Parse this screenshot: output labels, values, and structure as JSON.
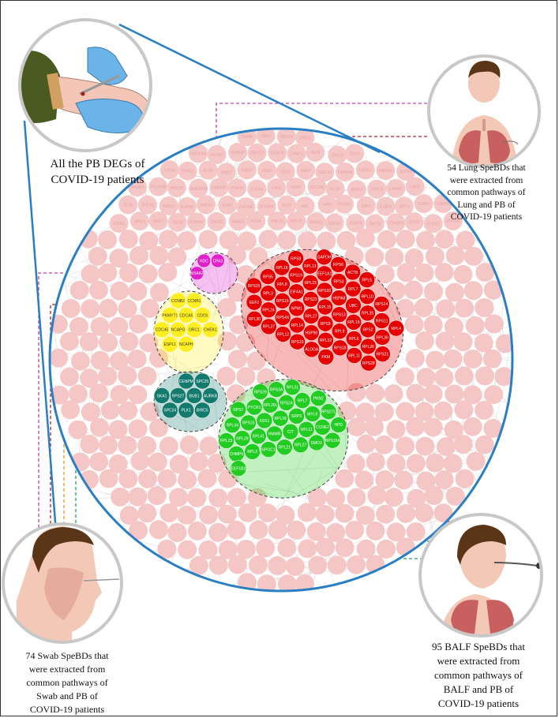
{
  "captions": {
    "pb": [
      "All the PB DEGs of",
      "COVID-19 patients"
    ],
    "lung": [
      "54 Lung SpeBDs that",
      "were extracted from",
      "common pathways of",
      "Lung and PB of",
      "COVID-19 patients"
    ],
    "swab": [
      "74 Swab SpeBDs that",
      "were extracted from",
      "common pathways of",
      "Swab and PB of",
      "COVID-19 patients"
    ],
    "balf": [
      "95 BALF SpeBDs that",
      "were extracted from",
      "common pathways of",
      "BALF and PB of",
      "COVID-19 patients"
    ]
  },
  "colors": {
    "background_node": "#f5c6c6",
    "background_text": "#e6a3a3",
    "main_circle": "#2a7fc4",
    "edges": "#c8c8c8",
    "red": "#e60000",
    "green": "#22cc22",
    "yellow": "#ffee22",
    "teal": "#157a6e",
    "magenta": "#e020c8",
    "link_magenta": "#c040a0",
    "link_red": "#b02030",
    "link_green": "#2a9a55",
    "link_orange": "#e09a20"
  },
  "clusters": {
    "magenta": {
      "color": "magenta",
      "genes": [
        "HDC",
        "CPA3",
        "MS4A2"
      ]
    },
    "yellow": {
      "color": "yellow",
      "genes": [
        "CCNB2",
        "CCNB1",
        "PKMYT1",
        "CDCA5",
        "CDC6",
        "CDC45",
        "NCAPG",
        "ORC1",
        "CHEK1",
        "ESPL1",
        "NCAPH"
      ]
    },
    "teal": {
      "color": "teal",
      "genes": [
        "CENPM",
        "SPC25",
        "SKA1",
        "RPS27",
        "BUB1",
        "AURKB",
        "SPC24",
        "PLK1",
        "BIRC5"
      ]
    },
    "red": {
      "color": "red",
      "genes": [
        "GAPDH",
        "RPS6",
        "ACTB",
        "RPL5",
        "RPS8",
        "RPL13",
        "EEF1A1",
        "RPS3",
        "RPL7",
        "RPL10",
        "RPS14",
        "RPL18",
        "RPS19",
        "RPL23",
        "RPS20",
        "HSPA8",
        "UBC",
        "RPL35",
        "RPS11",
        "RPL4",
        "RPS5",
        "RPL8",
        "EIF4A1",
        "RPS23",
        "RPL15",
        "RPS13",
        "RPL19",
        "RPS2",
        "RPL36",
        "RPS25",
        "RPL3",
        "RPS16",
        "NPM1",
        "RPL27",
        "RPS9",
        "RPL9",
        "RPL6",
        "RPL26",
        "RPS21",
        "EEF2",
        "RPL24",
        "RPS4X",
        "RPL14",
        "HSP90",
        "RPL32",
        "RPS18",
        "RPL11",
        "RPS28",
        "RPL30",
        "RPL37",
        "RPL12",
        "RPS10",
        "ALDOA",
        "PKM"
      ]
    },
    "green": {
      "color": "green",
      "genes": [
        "RPS29",
        "RPS3A",
        "RPL31",
        "RPS7",
        "PYCR1",
        "RPL39L",
        "RPS24",
        "RPL7",
        "PKN2",
        "RPL34",
        "RPS15",
        "ASS1",
        "RPL39",
        "SRP9",
        "MYL9",
        "RPS27L",
        "RPL23",
        "RPL29",
        "RPL41",
        "HMMR",
        "CIT",
        "RPL11",
        "CCNE2",
        "HPD",
        "CHMP6",
        "RPL3",
        "DSPOC1B",
        "RPL21",
        "RPL27",
        "SMOX",
        "RPS15A",
        "EEF1B2"
      ]
    }
  },
  "background_genes": [
    "TXNIP",
    "TWP1",
    "KRCC1",
    "ZNF12",
    "NDUFA4",
    "GLUD1",
    "SNRNP",
    "ZNF721",
    "KDM7A",
    "CMMCL",
    "ZNF8",
    "ZNF18",
    "SOX4",
    "CD3D",
    "TRIM12",
    "ALG8",
    "PRRT",
    "RABIF",
    "ZBED",
    "CD69",
    "MAP7",
    "SMCO4",
    "FAM208",
    "LRRK1",
    "ZNF566",
    "IQCB1",
    "PAGE4",
    "POLR3B",
    "UBE2B",
    "SNRNP40",
    "NMMAF",
    "PDE4D",
    "STRA4",
    "CA12",
    "CFAP",
    "SLC3A2",
    "KCNF",
    "ZNF57",
    "TRMT6",
    "LMAN2",
    "USP2",
    "ITGB",
    "ZNF91",
    "RAB10",
    "NUP50",
    "SAP30",
    "IL6ST",
    "ZNF248",
    "MYO9A",
    "KLF7",
    "ARL",
    "HPN",
    "FOXM1",
    "ZNF5",
    "IL18R1",
    "AFF4",
    "SNAPC",
    "ZMYM2",
    "GRIN1",
    "HIPK3",
    "SMG7",
    "TMEM",
    "KDM6A",
    "ZNF30",
    "NAA25",
    "CEP4",
    "ZNF25",
    "PHF21",
    "RBM22",
    "ZNF60",
    "SCAF4",
    "DMTN",
    "YTHDF3",
    "LHX5",
    "FGFR2",
    "PPP1R"
  ]
}
